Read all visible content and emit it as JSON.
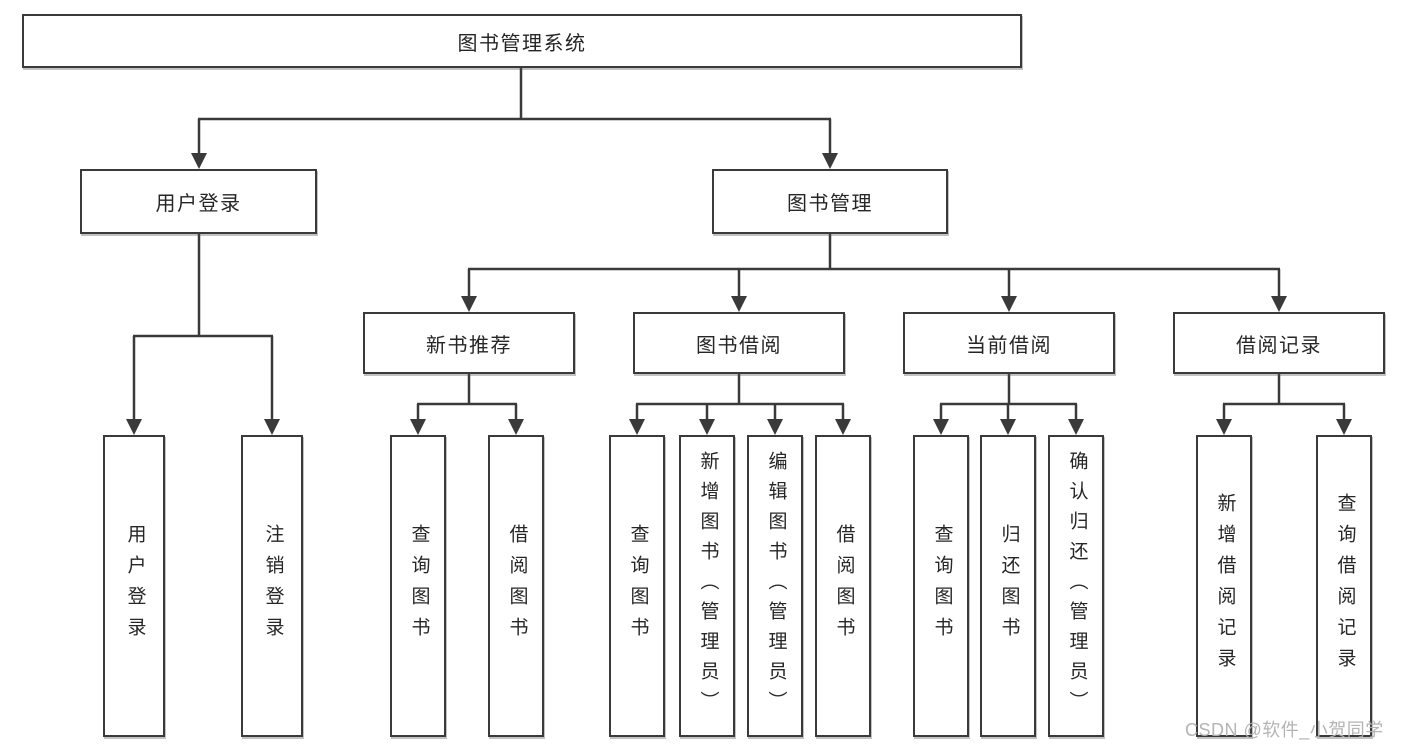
{
  "root": {
    "label": "图书管理系统"
  },
  "branches": [
    {
      "label": "用户登录"
    },
    {
      "label": "图书管理"
    }
  ],
  "modules": [
    {
      "label": "新书推荐"
    },
    {
      "label": "图书借阅"
    },
    {
      "label": "当前借阅"
    },
    {
      "label": "借阅记录"
    }
  ],
  "leaves": [
    {
      "label": "用户登录"
    },
    {
      "label": "注销登录"
    },
    {
      "label": "查询图书"
    },
    {
      "label": "借阅图书"
    },
    {
      "label": "查询图书"
    },
    {
      "label": "新增图书（管理员）"
    },
    {
      "label": "编辑图书（管理员）"
    },
    {
      "label": "借阅图书"
    },
    {
      "label": "查询图书"
    },
    {
      "label": "归还图书"
    },
    {
      "label": "确认归还（管理员）"
    },
    {
      "label": "新增借阅记录"
    },
    {
      "label": "查询借阅记录"
    }
  ],
  "watermark": {
    "text": "CSDN @软件_小贺同学"
  },
  "colors": {
    "line": "#3a3a3a",
    "border": "#3a3a3a",
    "text": "#262626",
    "watermark": "#b0b0b0",
    "background": "#ffffff"
  }
}
